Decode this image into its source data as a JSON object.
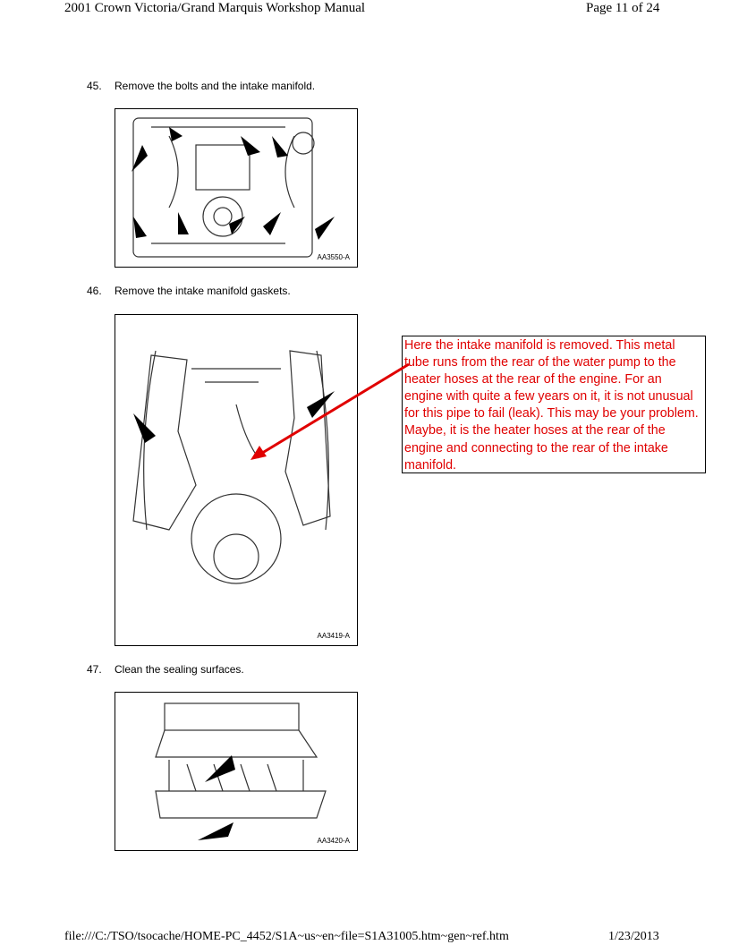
{
  "header": {
    "title": "2001 Crown Victoria/Grand Marquis Workshop Manual",
    "page": "Page 11 of 24"
  },
  "steps": [
    {
      "num": "45.",
      "text": "Remove the bolts and the intake manifold.",
      "figure": "AA3550-A"
    },
    {
      "num": "46.",
      "text": "Remove the intake manifold gaskets.",
      "figure": "AA3419-A"
    },
    {
      "num": "47.",
      "text": "Clean the sealing surfaces.",
      "figure": "AA3420-A"
    }
  ],
  "annotation": {
    "text": "Here the intake manifold is removed. This metal tube runs from the rear of the water pump to the heater hoses at the rear of the engine.  For an engine with quite a few years on it, it is not unusual for this pipe to fail (leak). This may be your problem. Maybe, it is the heater hoses at the rear of the engine and connecting to the rear of the intake manifold.",
    "color": "#e00000"
  },
  "footer": {
    "path": "file:///C:/TSO/tsocache/HOME-PC_4452/S1A~us~en~file=S1A31005.htm~gen~ref.htm",
    "date": "1/23/2013"
  }
}
